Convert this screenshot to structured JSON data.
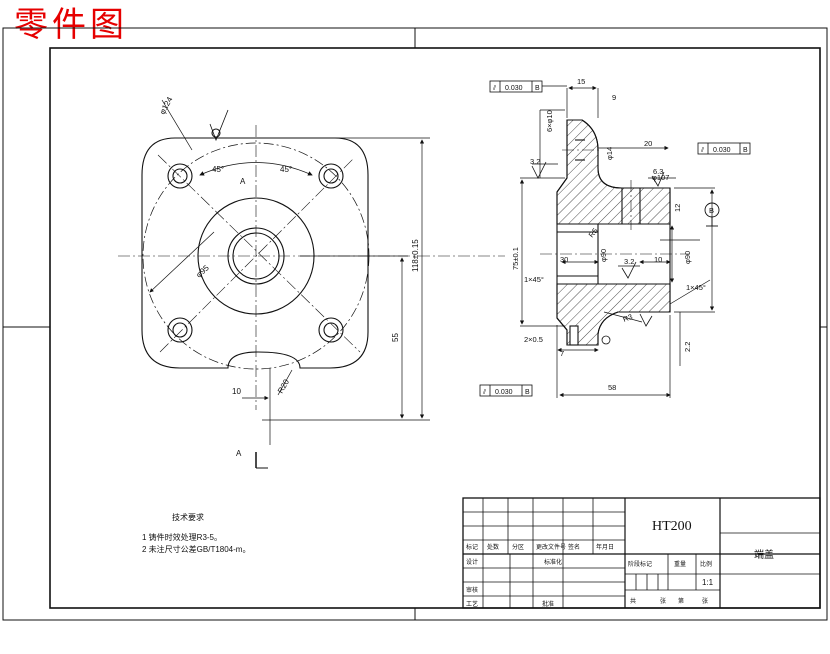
{
  "banner": {
    "title": "零件图",
    "color": "#e60000"
  },
  "front_view": {
    "dims": {
      "pcd": "φ124",
      "angle_left": "45°",
      "angle_right": "45°",
      "section_mark_top": "A",
      "diag": "φ95",
      "width": "118±0.15",
      "offset": "55",
      "slot_w": "10",
      "slot_r": "R20",
      "section_mark_bottom": "A"
    }
  },
  "section_view": {
    "dims": {
      "d15": "15",
      "d6x10": "6×φ10",
      "d9": "9",
      "d20": "20",
      "d14": "φ14",
      "d107": "φ107",
      "d32a": "3.2",
      "d63": "6.3",
      "d75": "75±0.1",
      "dR5": "R5",
      "d30": "30",
      "d10": "10",
      "dchamfer1": "1×45°",
      "d32b": "3.2",
      "d90": "φ90",
      "d90b": "φ90",
      "dchamfer2": "1×45°",
      "d12": "12",
      "dB": "B",
      "d25": "2×0.5",
      "d7": "7",
      "dR3": "R3",
      "d58": "58",
      "d22": "2.2"
    },
    "fcf": [
      {
        "sym": "⫽",
        "val": "0.030",
        "ref": "B"
      },
      {
        "sym": "⫽",
        "val": "0.030",
        "ref": "B"
      },
      {
        "sym": "⫽",
        "val": "0.030",
        "ref": "B"
      }
    ]
  },
  "notes": {
    "title": "技术要求",
    "items": [
      "1  铸件时效处理R3-5。",
      "2  未注尺寸公差GB/T1804-m。"
    ]
  },
  "title_block": {
    "material": "HT200",
    "name": "端盖",
    "scale": "1:1",
    "row_labels": [
      "标记",
      "处数",
      "分区",
      "更改文件号",
      "签名",
      "年月日"
    ],
    "labels": {
      "design": "设计",
      "standard": "标准化",
      "check": "审核",
      "process": "工艺",
      "approve": "批准",
      "stage": "阶段标记",
      "weight": "重量",
      "ratio": "比例",
      "total": "共",
      "sheet": "张",
      "of": "第",
      "page": "张"
    }
  }
}
